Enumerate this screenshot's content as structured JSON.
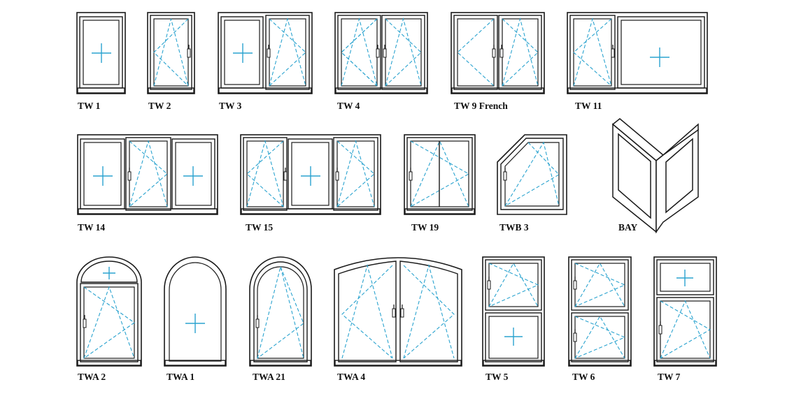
{
  "colors": {
    "frame": "#1a1a1a",
    "opening_lines": "#2aa3cf",
    "background": "#ffffff"
  },
  "labels": {
    "tw1": "TW 1",
    "tw2": "TW 2",
    "tw3": "TW 3",
    "tw4": "TW 4",
    "tw9": "TW 9 French",
    "tw11": "TW 11",
    "tw14": "TW 14",
    "tw15": "TW 15",
    "tw19": "TW 19",
    "twb3": "TWB 3",
    "bay": "BAY",
    "twa2": "TWA 2",
    "twa1": "TWA 1",
    "twa21": "TWA 21",
    "twa4": "TWA 4",
    "tw5": "TW 5",
    "tw6": "TW 6",
    "tw7": "TW 7"
  }
}
